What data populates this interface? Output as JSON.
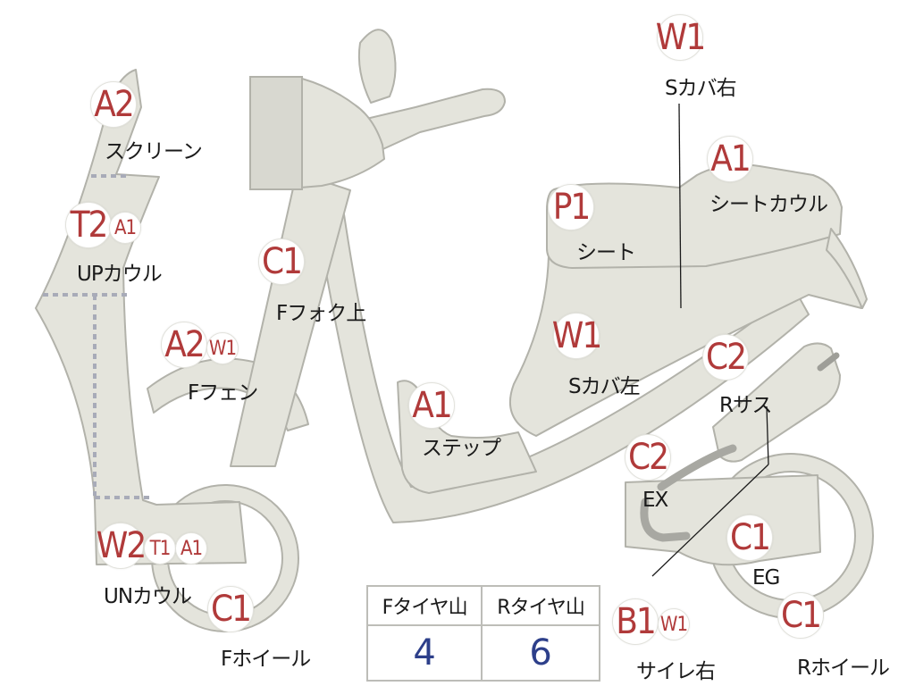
{
  "badges": {
    "screen": "A2",
    "upcowl_main": "T2",
    "upcowl_sub": "A1",
    "ffender_main": "A2",
    "ffender_sub": "W1",
    "uncowl_main": "W2",
    "uncowl_sub1": "T1",
    "uncowl_sub2": "A1",
    "fwheel": "C1",
    "ffork": "C1",
    "step": "A1",
    "scover_left": "W1",
    "seat": "P1",
    "scover_right": "W1",
    "seatcowl": "A1",
    "rsus": "C2",
    "ex": "C2",
    "eg": "C1",
    "rwheel": "C1",
    "muffler_main": "B1",
    "muffler_sub": "W1"
  },
  "labels": {
    "screen": "スクリーン",
    "upcowl": "UPカウル",
    "ffender": "Fフェン",
    "uncowl": "UNカウル",
    "fwheel": "Fホイール",
    "ffork": "Fフォク上",
    "step": "ステップ",
    "scover_left": "Sカバ左",
    "seat": "シート",
    "scover_right": "Sカバ右",
    "seatcowl": "シートカウル",
    "rsus": "Rサス",
    "ex": "EX",
    "eg": "EG",
    "rwheel": "Rホイール",
    "muffler": "サイレ右"
  },
  "tire_table": {
    "front_header": "Fタイヤ山",
    "rear_header": "Rタイヤ山",
    "front_value": "4",
    "rear_value": "6"
  }
}
